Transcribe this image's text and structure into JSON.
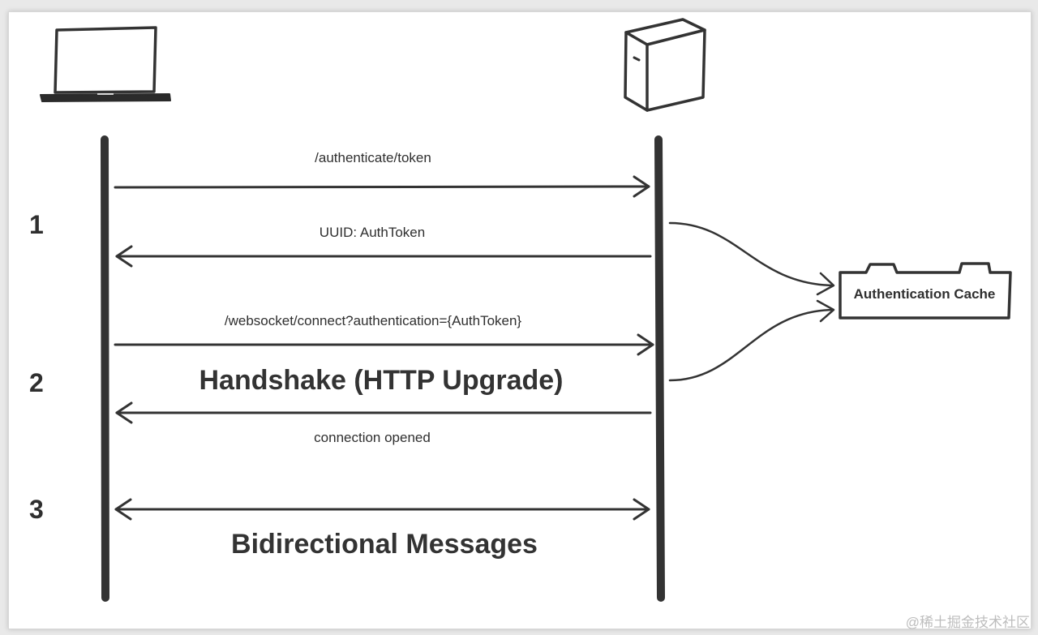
{
  "colors": {
    "ink": "#2f2f2f",
    "lifeline": "#333333",
    "background": "#ffffff",
    "watermark": "#bdbdbd"
  },
  "actors": {
    "client": {
      "icon": "laptop-icon"
    },
    "server": {
      "icon": "server-tower-icon"
    }
  },
  "steps": [
    {
      "number": "1"
    },
    {
      "number": "2"
    },
    {
      "number": "3"
    }
  ],
  "messages": {
    "auth_request": "/authenticate/token",
    "auth_response": "UUID: AuthToken",
    "ws_connect": "/websocket/connect?authentication={AuthToken}",
    "ws_opened": "connection opened",
    "handshake": "Handshake (HTTP Upgrade)",
    "bidirectional": "Bidirectional Messages"
  },
  "cache": {
    "label": "Authentication Cache",
    "icon": "folder-icon"
  },
  "watermark": "@稀土掘金技术社区"
}
